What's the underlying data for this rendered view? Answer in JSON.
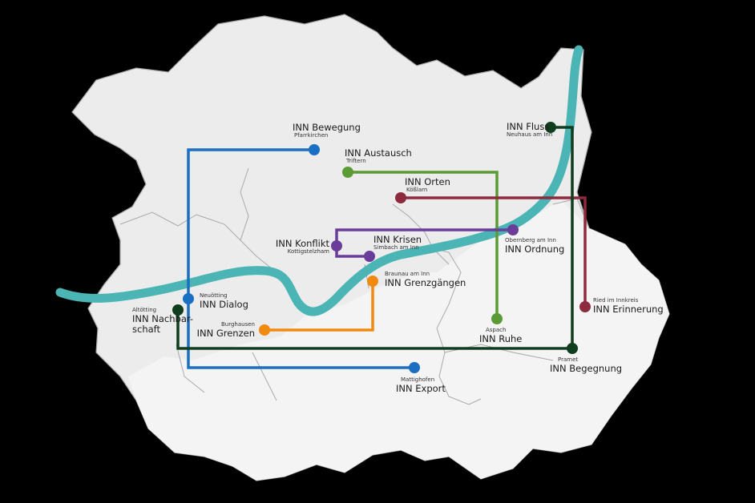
{
  "colors": {
    "background": "#000000",
    "region_fill": "#ececec",
    "region_fill_light": "#f4f4f4",
    "border": "#a9a9a9",
    "river": "#4bb5b5",
    "blue": "#1a6fc2",
    "green": "#5b9a34",
    "darkred": "#8e2a3e",
    "purple": "#6a3d9a",
    "orange": "#f18a10",
    "darkgreen": "#0f3d1e"
  },
  "icons": {
    "station": "filled-circle",
    "river": "river-line"
  },
  "stations": [
    {
      "id": "bewegung",
      "name": "INN Bewegung",
      "place": "Pfarrkirchen",
      "color": "blue"
    },
    {
      "id": "austausch",
      "name": "INN Austausch",
      "place": "Triftern",
      "color": "green"
    },
    {
      "id": "orten",
      "name": "INN Orten",
      "place": "Kößlarn",
      "color": "darkred"
    },
    {
      "id": "fluss",
      "name": "INN Fluss",
      "place": "Neuhaus am Inn",
      "color": "darkgreen"
    },
    {
      "id": "konflikt",
      "name": "INN Konflikt",
      "place": "Kottigstelzham",
      "color": "purple"
    },
    {
      "id": "krisen",
      "name": "INN Krisen",
      "place": "Simbach am Inn",
      "color": "purple"
    },
    {
      "id": "ordnung",
      "name": "INN Ordnung",
      "place": "Obernberg am Inn",
      "color": "purple"
    },
    {
      "id": "grenzgaengen",
      "name": "INN Grenzgängen",
      "place": "Braunau am Inn",
      "color": "orange"
    },
    {
      "id": "dialog",
      "name": "INN Dialog",
      "place": "Neuötting",
      "color": "blue"
    },
    {
      "id": "nachbarschaft",
      "name": "INN Nachbar-\nschaft",
      "place": "Altötting",
      "color": "darkgreen"
    },
    {
      "id": "grenzen",
      "name": "INN Grenzen",
      "place": "Burghausen",
      "color": "orange"
    },
    {
      "id": "ruhe",
      "name": "INN Ruhe",
      "place": "Aspach",
      "color": "green"
    },
    {
      "id": "erinnerung",
      "name": "INN Erinnerung",
      "place": "Ried im Innkreis",
      "color": "darkred"
    },
    {
      "id": "begegnung",
      "name": "INN Begegnung",
      "place": "Pramet",
      "color": "darkgreen"
    },
    {
      "id": "export",
      "name": "INN Export",
      "place": "Mattighofen",
      "color": "blue"
    }
  ]
}
